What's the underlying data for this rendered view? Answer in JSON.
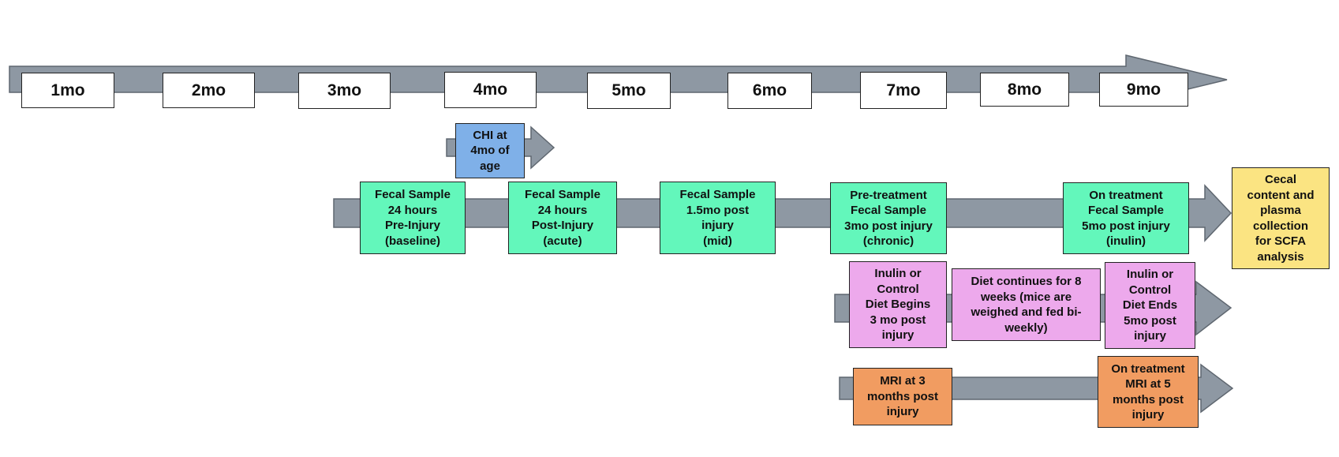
{
  "timeline": {
    "months": [
      "1mo",
      "2mo",
      "3mo",
      "4mo",
      "5mo",
      "6mo",
      "7mo",
      "8mo",
      "9mo"
    ]
  },
  "injury": {
    "label": "CHI at\n4mo of\nage"
  },
  "fecal_samples": [
    "Fecal Sample\n24 hours\nPre-Injury\n(baseline)",
    "Fecal Sample\n24 hours\nPost-Injury\n(acute)",
    "Fecal Sample\n1.5mo post\ninjury\n(mid)",
    "Pre-treatment\nFecal Sample\n3mo post injury\n(chronic)",
    "On treatment\nFecal Sample\n5mo post injury\n(inulin)"
  ],
  "diet": [
    "Inulin or\nControl\nDiet Begins\n3 mo post\ninjury",
    "Diet continues for 8\nweeks (mice are\nweighed and fed bi-\nweekly)",
    "Inulin or\nControl\nDiet Ends\n5mo post\ninjury"
  ],
  "mri": [
    "MRI at 3\nmonths post\ninjury",
    "On treatment\nMRI at 5\nmonths post\ninjury"
  ],
  "endpoint": {
    "label": "Cecal\ncontent and\nplasma\ncollection\nfor SCFA\nanalysis"
  },
  "colors": {
    "arrow": "#8e98a3",
    "injury": "#7fb0e8",
    "fecal": "#63f7bb",
    "diet": "#eda9ec",
    "mri": "#f19c61",
    "endpoint": "#fbe482"
  }
}
